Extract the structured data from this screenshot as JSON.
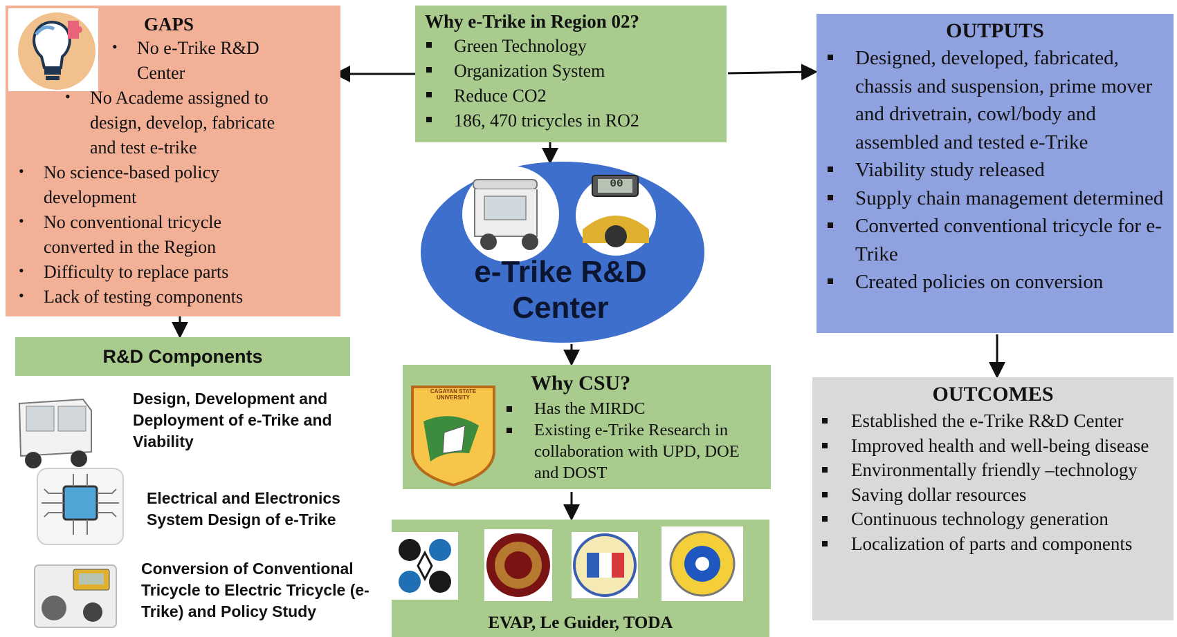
{
  "gaps": {
    "title": "GAPS",
    "items": [
      "No e-Trike R&D",
      "Center",
      "No Academe assigned to",
      "design, develop,  fabricate",
      "and test e-trike",
      "No science-based policy",
      "development",
      "No conventional tricycle",
      "converted in the Region",
      "Difficulty to replace parts",
      "Lack of testing components"
    ]
  },
  "why": {
    "title": "Why e-Trike in Region 02?",
    "items": [
      "Green Technology",
      "Organization System",
      "Reduce CO2",
      "186, 470 tricycles in RO2"
    ]
  },
  "outputs": {
    "title": "OUTPUTS",
    "items": [
      "Designed, developed, fabricated, chassis and suspension, prime mover and drivetrain, cowl/body and assembled and tested e-Trike",
      "Viability study released",
      "Supply chain management determined",
      "Converted conventional tricycle for e-Trike",
      "Created policies on conversion"
    ]
  },
  "outcomes": {
    "title": "OUTCOMES",
    "items": [
      "Established the e-Trike R&D Center",
      "Improved health and well-being disease",
      "Environmentally friendly –technology",
      "Saving dollar resources",
      "Continuous technology generation",
      "Localization of parts and components"
    ]
  },
  "center": {
    "line1": "e-Trike R&D",
    "line2": "Center",
    "meter_text": "00"
  },
  "rd": {
    "title": "R&D Components",
    "components": [
      "Design, Development and Deployment of e-Trike and Viability",
      "Electrical and Electronics System Design of e-Trike",
      "Conversion of Conventional Tricycle to Electric Tricycle (e-Trike) and Policy Study"
    ]
  },
  "csu": {
    "title": "Why CSU?",
    "items": [
      "Has the MIRDC",
      "Existing e-Trike Research in collaboration with UPD, DOE and DOST"
    ],
    "logo_text": "CAGAYAN STATE UNIVERSITY"
  },
  "partners": {
    "caption": "EVAP, Le Guider, TODA"
  },
  "colors": {
    "gaps_bg": "#f2b096",
    "green_bg": "#a9cc8e",
    "outputs_bg": "#8fa1df",
    "outcomes_bg": "#d9d9d9",
    "center_blue": "#3f6fcc"
  },
  "icons": [
    "lightbulb-puzzle-icon",
    "etrike-icon",
    "circuit-chip-icon",
    "conversion-icon",
    "csu-logo-icon",
    "dost-logo-icon",
    "up-seal-icon",
    "city-seal-icon",
    "dost-gear-seal-icon"
  ]
}
